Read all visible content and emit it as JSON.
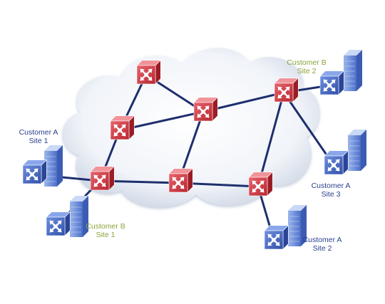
{
  "colors": {
    "router_red": "#c8323f",
    "link_navy": "#1e2f6e",
    "customer_a_blue": "#2a3f8f",
    "customer_b_green": "#8aa33a",
    "site_blue": "#3d5fbf"
  },
  "labels": {
    "cust_a_site1": {
      "line1": "Customer A",
      "line2": "Site 1"
    },
    "cust_b_site1": {
      "line1": "Customer B",
      "line2": "Site 1"
    },
    "cust_b_site2": {
      "line1": "Customer B",
      "line2": "Site 2"
    },
    "cust_a_site3": {
      "line1": "Customer A",
      "line2": "Site 3"
    },
    "cust_a_site2": {
      "line1": "Customer A",
      "line2": "Site 2"
    }
  },
  "icons": {
    "core_router": "router-icon",
    "site_device": "server-router-icon",
    "cloud": "cloud-icon"
  }
}
